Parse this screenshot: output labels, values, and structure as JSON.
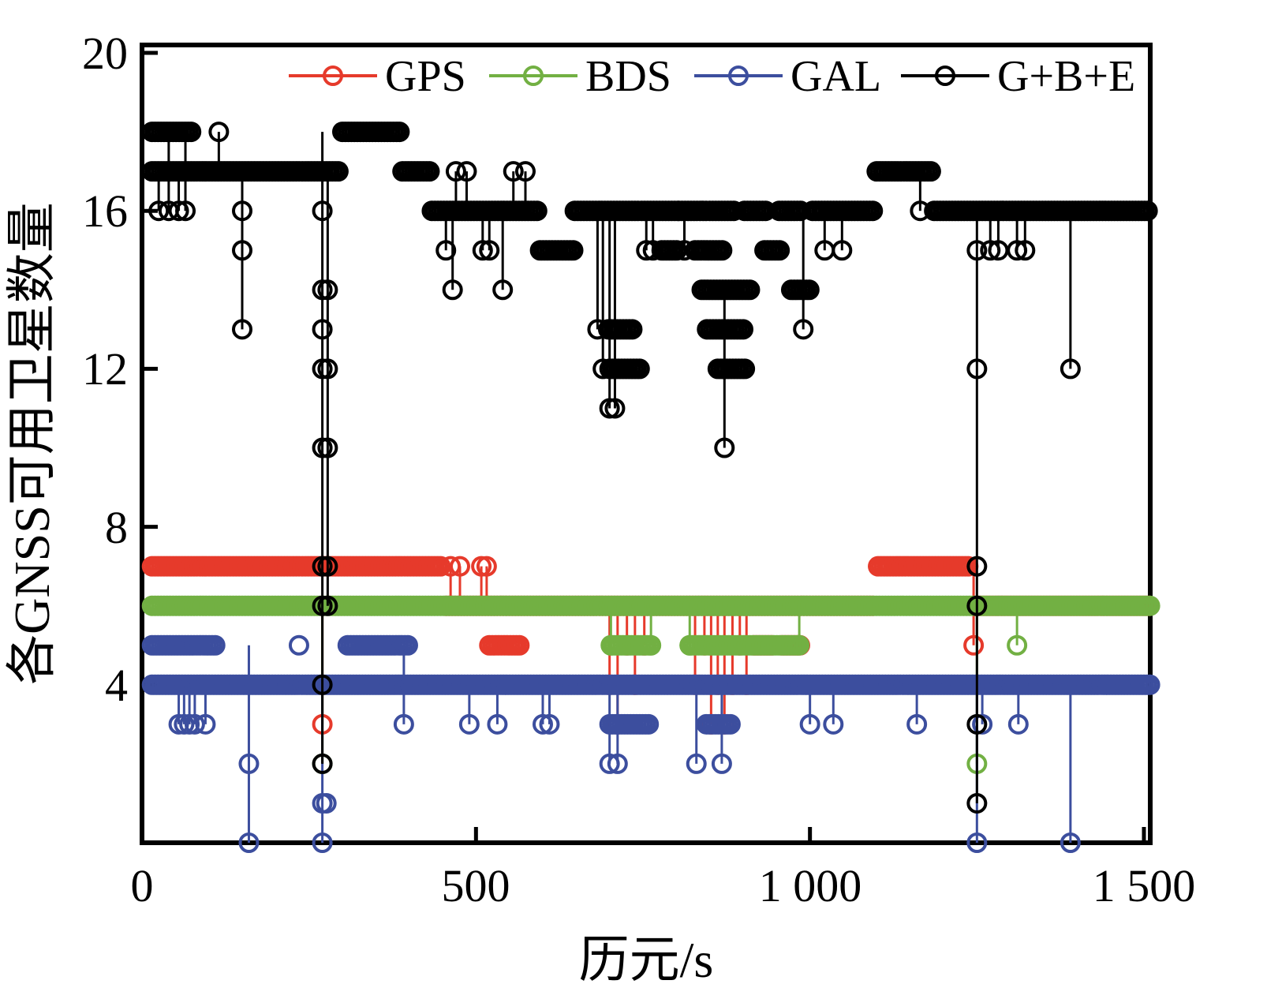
{
  "chart_data": {
    "type": "scatter",
    "title": "",
    "xlabel": "历元/s",
    "ylabel": "各GNSS可用卫星数量",
    "xlim": [
      0,
      1509
    ],
    "ylim": [
      0,
      20
    ],
    "xticks": [
      0,
      500,
      1000,
      1500
    ],
    "xtick_labels": [
      "0",
      "500",
      "1 000",
      "1 500"
    ],
    "yticks": [
      4,
      8,
      12,
      16,
      20
    ],
    "ytick_labels": [
      "20",
      "16",
      "12",
      "8",
      "4"
    ],
    "grid": false,
    "legend_position": "top-inside",
    "legend": [
      "GPS",
      "BDS",
      "GAL",
      "G+B+E"
    ],
    "series": [
      {
        "name": "GPS",
        "color": "#e63a2b",
        "runs": [
          [
            15,
            450,
            7
          ],
          [
            455,
            1096,
            6
          ],
          [
            1102,
            1240,
            7
          ],
          [
            1246,
            1509,
            6
          ],
          [
            520,
            568,
            5
          ],
          [
            916,
            944,
            5
          ],
          [
            958,
            988,
            5
          ]
        ],
        "spikes": [
          [
            462,
            6,
            7
          ],
          [
            476,
            6,
            7
          ],
          [
            508,
            6,
            7
          ],
          [
            516,
            6,
            7
          ],
          [
            270,
            6,
            3
          ],
          [
            700,
            6,
            4
          ],
          [
            712,
            6,
            3
          ],
          [
            726,
            6,
            5
          ],
          [
            738,
            6,
            4
          ],
          [
            752,
            6,
            5
          ],
          [
            828,
            6,
            4
          ],
          [
            842,
            6,
            5
          ],
          [
            852,
            6,
            3
          ],
          [
            862,
            6,
            4
          ],
          [
            872,
            6,
            3
          ],
          [
            884,
            6,
            4
          ],
          [
            895,
            6,
            5
          ],
          [
            905,
            6,
            4
          ],
          [
            1245,
            7,
            5
          ]
        ],
        "dots": []
      },
      {
        "name": "BDS",
        "color": "#72b043",
        "runs": [
          [
            15,
            1509,
            6
          ],
          [
            702,
            762,
            5
          ],
          [
            820,
            984,
            5
          ]
        ],
        "spikes": [
          [
            702,
            6,
            5
          ],
          [
            762,
            6,
            5
          ],
          [
            820,
            6,
            5
          ],
          [
            984,
            6,
            5
          ],
          [
            270,
            6,
            2
          ],
          [
            1250,
            6,
            2
          ],
          [
            1310,
            6,
            5
          ]
        ],
        "dots": []
      },
      {
        "name": "GAL",
        "color": "#3c4e9e",
        "runs": [
          [
            15,
            1509,
            4
          ],
          [
            15,
            112,
            5
          ],
          [
            308,
            402,
            5
          ],
          [
            700,
            762,
            3
          ],
          [
            845,
            882,
            3
          ]
        ],
        "spikes": [
          [
            55,
            4,
            3
          ],
          [
            63,
            4,
            3
          ],
          [
            71,
            4,
            3
          ],
          [
            79,
            4,
            3
          ],
          [
            95,
            4,
            3
          ],
          [
            160,
            5,
            0
          ],
          [
            270,
            4,
            0
          ],
          [
            392,
            5,
            3
          ],
          [
            490,
            4,
            3
          ],
          [
            532,
            4,
            3
          ],
          [
            600,
            4,
            3
          ],
          [
            610,
            4,
            3
          ],
          [
            700,
            4,
            2
          ],
          [
            712,
            4,
            2
          ],
          [
            830,
            4,
            2
          ],
          [
            868,
            4,
            2
          ],
          [
            1000,
            4,
            3
          ],
          [
            1035,
            4,
            3
          ],
          [
            1160,
            4,
            3
          ],
          [
            1250,
            4,
            0
          ],
          [
            1258,
            4,
            3
          ],
          [
            1312,
            4,
            3
          ],
          [
            1390,
            4,
            0
          ]
        ],
        "dots": [
          [
            160,
            2
          ],
          [
            235,
            5
          ],
          [
            270,
            1
          ],
          [
            276,
            1
          ]
        ]
      },
      {
        "name": "G+B+E",
        "color": "#000000",
        "runs": [
          [
            15,
            75,
            18
          ],
          [
            15,
            298,
            17
          ],
          [
            300,
            388,
            18
          ],
          [
            390,
            434,
            17
          ],
          [
            434,
            592,
            16
          ],
          [
            596,
            646,
            15
          ],
          [
            648,
            744,
            16
          ],
          [
            698,
            734,
            13
          ],
          [
            700,
            748,
            12
          ],
          [
            748,
            802,
            16
          ],
          [
            778,
            802,
            15
          ],
          [
            804,
            848,
            16
          ],
          [
            828,
            870,
            15
          ],
          [
            850,
            886,
            16
          ],
          [
            838,
            912,
            14
          ],
          [
            846,
            902,
            13
          ],
          [
            862,
            906,
            12
          ],
          [
            902,
            936,
            16
          ],
          [
            932,
            958,
            15
          ],
          [
            954,
            986,
            16
          ],
          [
            972,
            1000,
            14
          ],
          [
            1004,
            1098,
            16
          ],
          [
            1100,
            1184,
            17
          ],
          [
            1186,
            1509,
            16
          ]
        ],
        "spikes": [
          [
            25,
            17,
            16
          ],
          [
            40,
            18,
            16
          ],
          [
            55,
            17,
            16
          ],
          [
            65,
            18,
            16
          ],
          [
            115,
            17,
            18
          ],
          [
            150,
            17,
            13
          ],
          [
            270,
            18,
            2
          ],
          [
            278,
            17,
            6
          ],
          [
            455,
            16,
            15
          ],
          [
            465,
            16,
            14
          ],
          [
            470,
            16,
            17
          ],
          [
            486,
            16,
            17
          ],
          [
            510,
            16,
            15
          ],
          [
            520,
            16,
            15
          ],
          [
            540,
            16,
            14
          ],
          [
            556,
            16,
            17
          ],
          [
            574,
            16,
            17
          ],
          [
            682,
            16,
            13
          ],
          [
            690,
            16,
            12
          ],
          [
            700,
            16,
            11
          ],
          [
            708,
            16,
            11
          ],
          [
            755,
            16,
            15
          ],
          [
            765,
            16,
            15
          ],
          [
            812,
            16,
            15
          ],
          [
            872,
            14,
            10
          ],
          [
            990,
            16,
            13
          ],
          [
            1022,
            16,
            15
          ],
          [
            1048,
            16,
            15
          ],
          [
            1165,
            17,
            16
          ],
          [
            1250,
            16,
            1
          ],
          [
            1270,
            16,
            15
          ],
          [
            1282,
            16,
            15
          ],
          [
            1310,
            16,
            15
          ],
          [
            1322,
            16,
            15
          ],
          [
            1390,
            16,
            12
          ]
        ],
        "dots": [
          [
            150,
            16
          ],
          [
            150,
            15
          ],
          [
            270,
            16
          ],
          [
            270,
            14
          ],
          [
            270,
            13
          ],
          [
            270,
            12
          ],
          [
            270,
            10
          ],
          [
            270,
            7
          ],
          [
            270,
            6
          ],
          [
            270,
            4
          ],
          [
            278,
            14
          ],
          [
            278,
            12
          ],
          [
            278,
            10
          ],
          [
            278,
            7
          ],
          [
            990,
            14
          ],
          [
            1250,
            15
          ],
          [
            1250,
            12
          ],
          [
            1250,
            7
          ],
          [
            1250,
            6
          ],
          [
            1250,
            3
          ]
        ]
      }
    ]
  }
}
